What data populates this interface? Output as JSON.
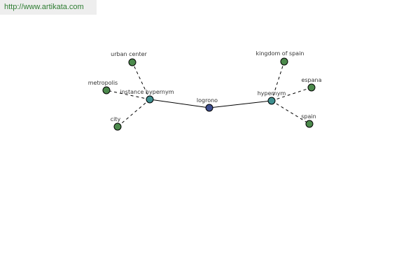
{
  "header": {
    "url": "http://www.artikata.com"
  },
  "graph": {
    "colors": {
      "center": "#3d4e8f",
      "relation": "#3f8f8f",
      "leaf": "#4c8a4c"
    },
    "nodes": {
      "center": {
        "label": "logrono"
      },
      "instance_hypernym": {
        "label": "instance hypernym"
      },
      "hypernym": {
        "label": "hypernym"
      },
      "urban_center": {
        "label": "urban center"
      },
      "metropolis": {
        "label": "metropolis"
      },
      "city": {
        "label": "city"
      },
      "kingdom_of_spain": {
        "label": "kingdom of spain"
      },
      "espana": {
        "label": "espana"
      },
      "spain": {
        "label": "spain"
      }
    }
  }
}
